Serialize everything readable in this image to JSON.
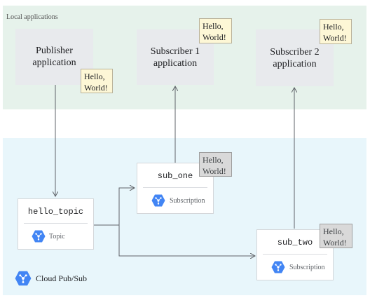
{
  "local_label": "Local applications",
  "cloud_label": "Cloud Pub/Sub",
  "publisher": {
    "label": "Publisher\napplication",
    "message": "Hello,\nWorld!"
  },
  "subscriber1": {
    "label": "Subscriber 1\napplication",
    "message": "Hello,\nWorld!"
  },
  "subscriber2": {
    "label": "Subscriber 2\napplication",
    "message": "Hello,\nWorld!"
  },
  "topic": {
    "name": "hello_topic",
    "type": "Topic"
  },
  "sub_one": {
    "name": "sub_one",
    "type": "Subscription",
    "message": "Hello,\nWorld!"
  },
  "sub_two": {
    "name": "sub_two",
    "type": "Subscription",
    "message": "Hello,\nWorld!"
  },
  "icon": "pubsub-hexagon-icon",
  "colors": {
    "local_bg": "#e6f2eb",
    "cloud_bg": "#e8f6fb",
    "icon_blue": "#4285f4",
    "note_yellow": "#fdf7d6",
    "note_gray": "#d9d9d9"
  }
}
